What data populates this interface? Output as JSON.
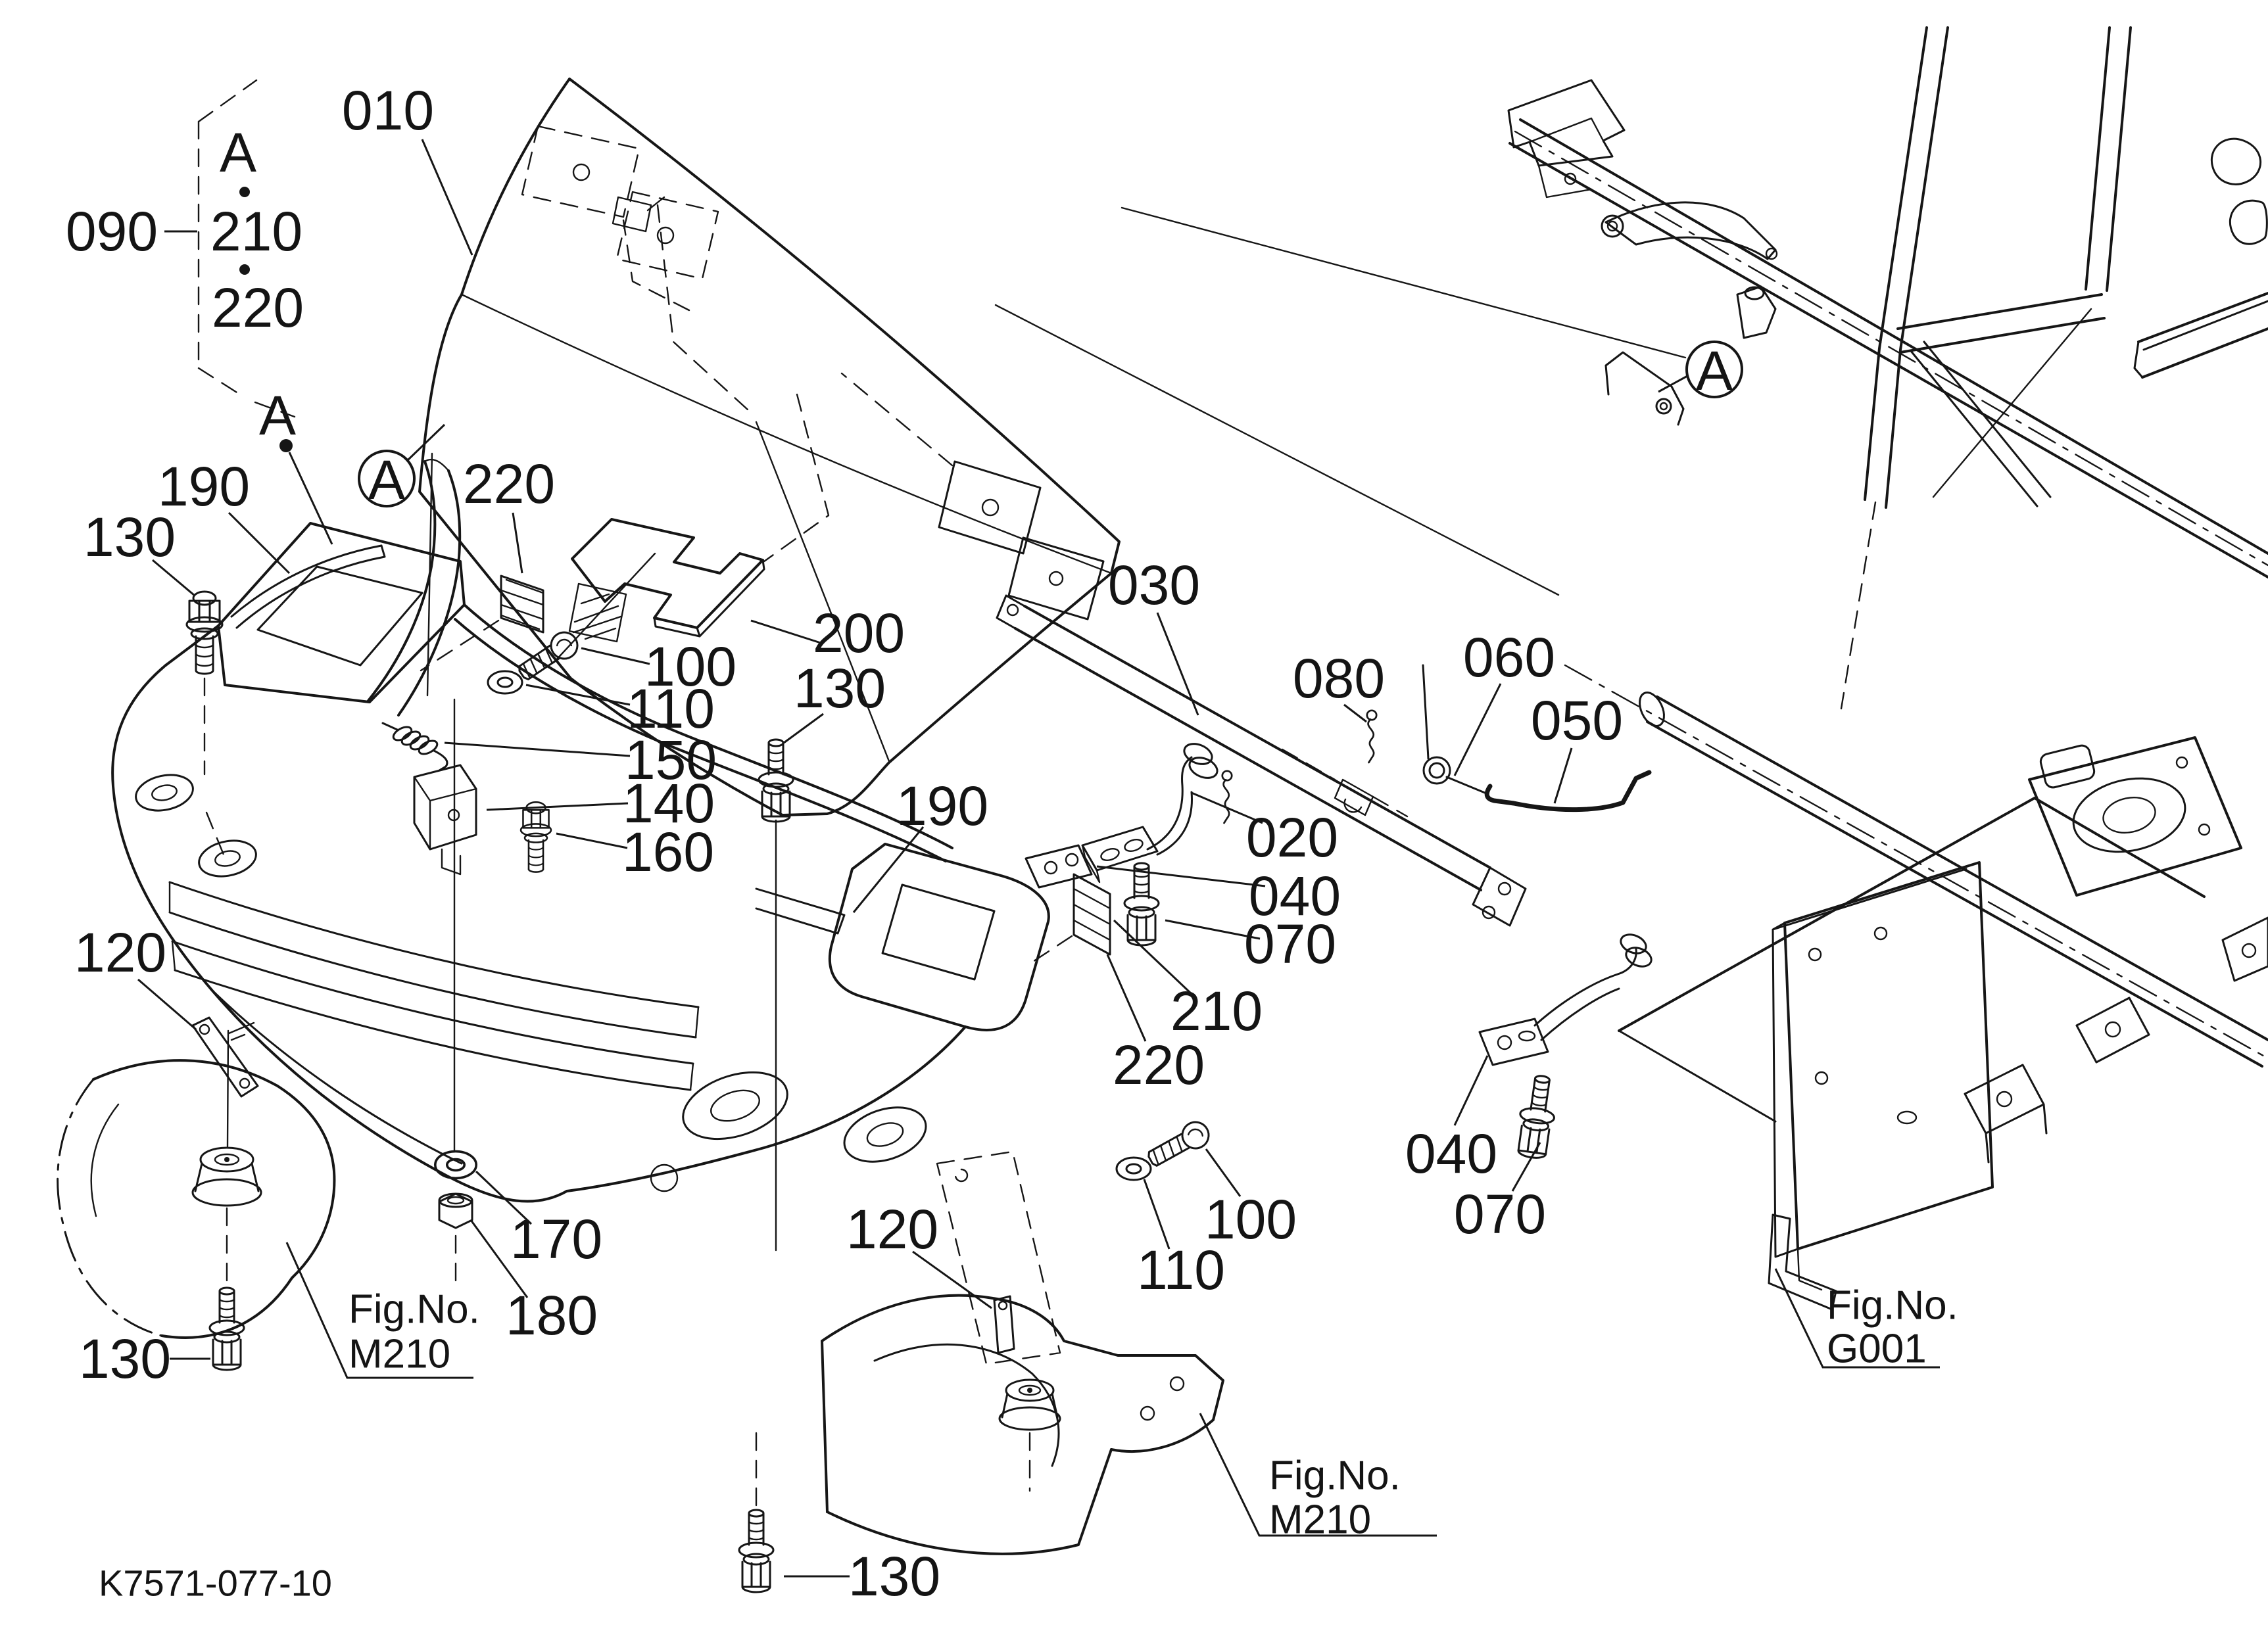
{
  "figure": {
    "drawing_number": "K7571-077-10",
    "detail_marker": "A",
    "group_callout": {
      "parent": "090",
      "items": [
        "A",
        "210",
        "220"
      ]
    },
    "fig_no_label": "Fig.No.",
    "fig_refs": {
      "m210": "M210",
      "g001": "G001"
    },
    "callouts": {
      "c010": "010",
      "c020": "020",
      "c030": "030",
      "c040": "040",
      "c050": "050",
      "c060": "060",
      "c070": "070",
      "c080": "080",
      "c090": "090",
      "c100": "100",
      "c110": "110",
      "c120": "120",
      "c130": "130",
      "c140": "140",
      "c150": "150",
      "c160": "160",
      "c170": "170",
      "c180": "180",
      "c190": "190",
      "c200": "200",
      "c210": "210",
      "c220": "220"
    }
  }
}
